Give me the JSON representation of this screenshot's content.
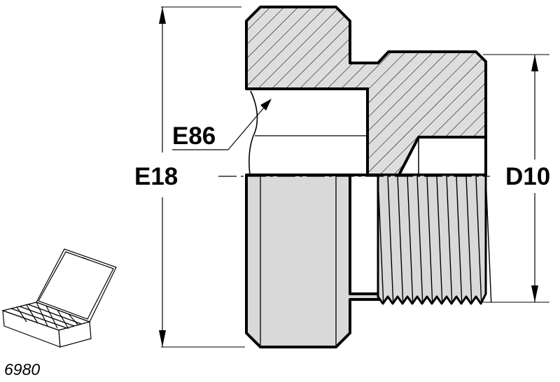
{
  "labels": {
    "outer_thread": "E18",
    "chamfer": "E86",
    "inner_thread": "D10",
    "part_number": "6980"
  },
  "colors": {
    "line": "#000000",
    "section_fill": "#dedede",
    "body_fill": "#d9d9d9",
    "background": "#ffffff"
  },
  "icons": {
    "accessory": "parts-box-icon"
  }
}
